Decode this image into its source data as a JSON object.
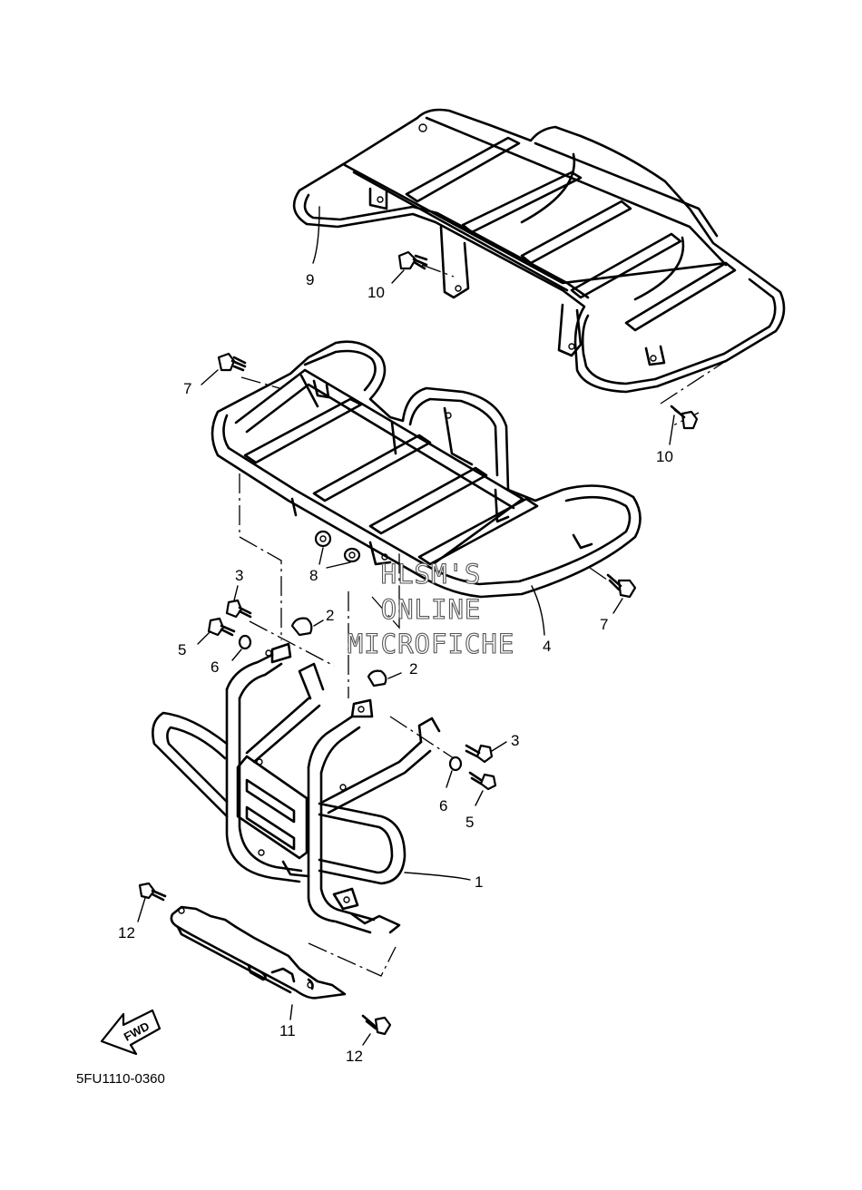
{
  "diagram_code": "5FU1110-0360",
  "watermark": {
    "line1": "HLSM'S",
    "line2": "ONLINE",
    "line3": "MICROFICHE"
  },
  "direction_label": "FWD",
  "callouts": [
    {
      "id": "c9",
      "label": "9"
    },
    {
      "id": "c10a",
      "label": "10"
    },
    {
      "id": "c10b",
      "label": "10"
    },
    {
      "id": "c7a",
      "label": "7"
    },
    {
      "id": "c7b",
      "label": "7"
    },
    {
      "id": "c8",
      "label": "8"
    },
    {
      "id": "c3a",
      "label": "3"
    },
    {
      "id": "c3b",
      "label": "3"
    },
    {
      "id": "c5a",
      "label": "5"
    },
    {
      "id": "c5b",
      "label": "5"
    },
    {
      "id": "c6a",
      "label": "6"
    },
    {
      "id": "c6b",
      "label": "6"
    },
    {
      "id": "c2a",
      "label": "2"
    },
    {
      "id": "c2b",
      "label": "2"
    },
    {
      "id": "c4",
      "label": "4"
    },
    {
      "id": "c1",
      "label": "1"
    },
    {
      "id": "c12a",
      "label": "12"
    },
    {
      "id": "c12b",
      "label": "12"
    },
    {
      "id": "c11",
      "label": "11"
    }
  ]
}
